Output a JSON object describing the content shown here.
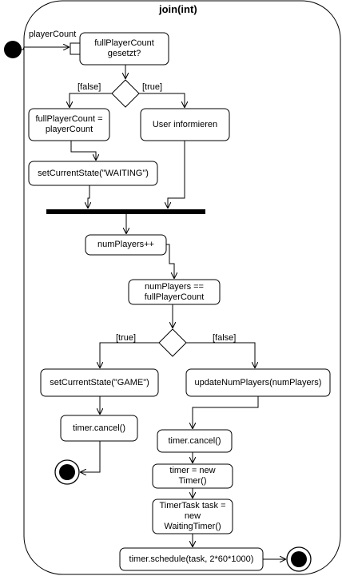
{
  "activity": {
    "title": "join(int)",
    "parameter": "playerCount"
  },
  "actions": {
    "check_full": "fullPlayerCount\ngesetzt?",
    "assign_full": "fullPlayerCount =\nplayerCount",
    "set_waiting": "setCurrentState(\"WAITING\")",
    "inform_user": "User informieren",
    "increment": "numPlayers++",
    "compare": "numPlayers ==\nfullPlayerCount",
    "set_game": "setCurrentState(\"GAME\")",
    "cancel_left": "timer.cancel()",
    "update_players": "updateNumPlayers(numPlayers)",
    "cancel_right": "timer.cancel()",
    "new_timer": "timer = new\nTimer()",
    "new_task": "TimerTask task =\nnew\nWaitingTimer()",
    "schedule": "timer.schedule(task, 2*60*1000)"
  },
  "guards": {
    "first_false": "[false]",
    "first_true": "[true]",
    "second_true": "[true]",
    "second_false": "[false]"
  },
  "colors": {
    "stroke": "#000000",
    "fill": "#ffffff"
  }
}
